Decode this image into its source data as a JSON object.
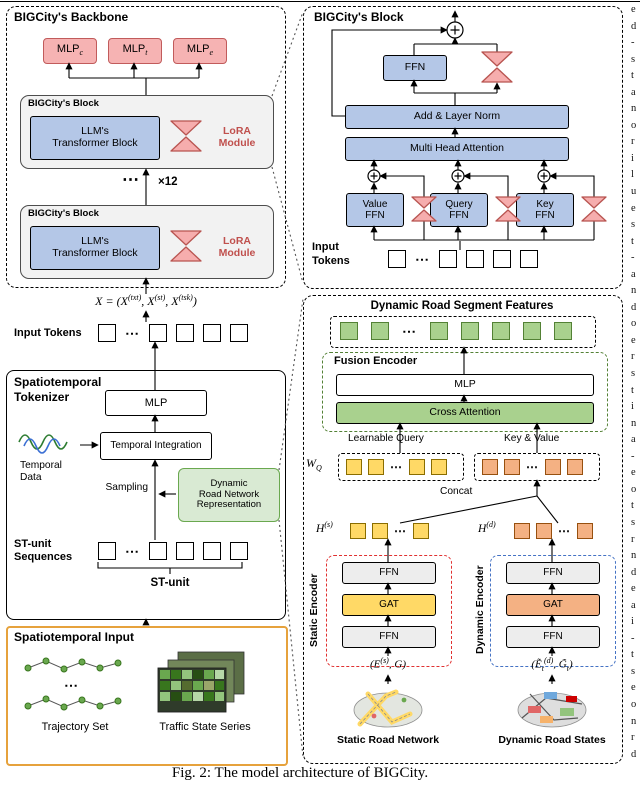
{
  "sym": {
    "dots": "⋯",
    "times": "×12"
  },
  "colors": {
    "blue": "#b4c7e7",
    "pink": "#f6b3b3",
    "pink_border": "#c15b5b",
    "green": "#a9d18e",
    "green_dark": "#538135",
    "light_green": "#d9ead3",
    "yellow": "#ffd966",
    "orange": "#f4b183",
    "gray_block": "#f2f2f2",
    "input_border": "#e6a23c",
    "red_dash": "#e03131",
    "blue_dash": "#4472c4",
    "lora_text": "#c0504d"
  },
  "backbone": {
    "title": "BIGCity's Backbone",
    "heads": [
      {
        "base": "MLP",
        "sub": "c"
      },
      {
        "base": "MLP",
        "sub": "t"
      },
      {
        "base": "MLP",
        "sub": "e"
      }
    ],
    "block_label": "BIGCity's Block",
    "transformer_l1": "LLM's",
    "transformer_l2": "Transformer Block",
    "lora_l1": "LoRA",
    "lora_l2": "Module",
    "formula": {
      "x": "X",
      "eq": " = (X",
      "s1": "(txt)",
      "c1": ", X",
      "s2": "(st)",
      "c2": ", X",
      "s3": "(tsk)",
      "close": ")"
    },
    "input_tokens": "Input Tokens"
  },
  "tokenizer": {
    "title_l1": "Spatiotemporal",
    "title_l2": "Tokenizer",
    "mlp": "MLP",
    "temporal_integration": "Temporal Integration",
    "temporal_l1": "Temporal",
    "temporal_l2": "Data",
    "sampling": "Sampling",
    "repr_l1": "Dynamic",
    "repr_l2": "Road Network",
    "repr_l3": "Representation",
    "seq_l1": "ST-unit",
    "seq_l2": "Sequences",
    "st_unit": "ST-unit"
  },
  "st_input": {
    "title": "Spatiotemporal Input",
    "trajectory": "Trajectory Set",
    "traffic": "Traffic State Series"
  },
  "block": {
    "title": "BIGCity's Block",
    "ffn": "FFN",
    "add_ln": "Add & Layer Norm",
    "mha": "Multi Head Attention",
    "value_l1": "Value",
    "query_l1": "Query",
    "key_l1": "Key",
    "ffn_l2": "FFN",
    "input_l1": "Input",
    "input_l2": "Tokens"
  },
  "road": {
    "title": "Dynamic Road Segment Features",
    "fusion": "Fusion Encoder",
    "mlp": "MLP",
    "cross_attention": "Cross Attention",
    "learnable_query": "Learnable Query",
    "key_value": "Key & Value",
    "wq": {
      "base": "W",
      "sub": "Q"
    },
    "concat": "Concat",
    "hs": {
      "base": "H",
      "sup": "(s)"
    },
    "hd": {
      "base": "H",
      "sup": "(d)"
    },
    "static_encoder": "Static Encoder",
    "dynamic_encoder": "Dynamic Encoder",
    "ffn": "FFN",
    "gat": "GAT",
    "static_formula": {
      "open": "(E",
      "sup": "(s)",
      "mid": ", ",
      "g": "G",
      "close": ")"
    },
    "dynamic_formula": {
      "open": "(",
      "e": "Ẽ",
      "sub1": "t",
      "sup1": "(d)",
      "mid": ", ",
      "g": "G̃",
      "sub2": "t",
      "close": ")"
    },
    "static_label": "Static Road Network",
    "dynamic_label": "Dynamic Road States"
  },
  "caption": "Fig. 2: The model architecture of BIGCity.",
  "edge_fragments": [
    "e",
    "d",
    "-",
    "s",
    "t",
    "a",
    "n",
    "o",
    "r",
    "i",
    "l",
    "u",
    "e",
    "s",
    "t",
    "-",
    "a",
    "n",
    "d",
    "o",
    "e",
    "r",
    "s",
    "t",
    "i",
    "n",
    "a",
    "-",
    "e",
    "o",
    "t",
    "s",
    "r",
    "n",
    "d",
    "e",
    "a",
    "i",
    "-",
    "t",
    "s",
    "e",
    "o",
    "n",
    "r",
    "d"
  ]
}
